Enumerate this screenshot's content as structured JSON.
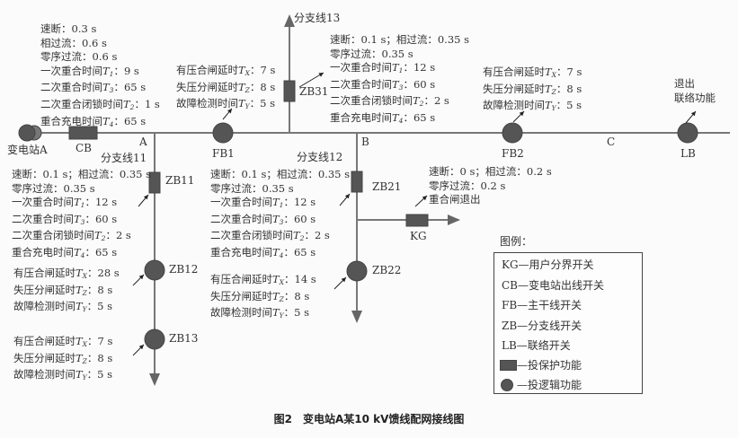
{
  "labels": {
    "station": "变电站A",
    "cb": "CB",
    "a": "A",
    "b": "B",
    "c": "C",
    "fb1": "FB1",
    "fb2": "FB2",
    "lb": "LB",
    "zb11": "ZB11",
    "zb12": "ZB12",
    "zb13": "ZB13",
    "zb21": "ZB21",
    "zb22": "ZB22",
    "zb31": "ZB31",
    "kg": "KG",
    "branch11": "分支线11",
    "branch12": "分支线12",
    "branch13": "分支线13"
  },
  "blocks": {
    "cb": [
      {
        "text": "速断：0.3 s"
      },
      {
        "text": "相过流：0.6 s"
      },
      {
        "text": "零序过流：0.6 s"
      },
      {
        "pre": "一次重合时间",
        "sub": "1",
        "post": "：9 s"
      },
      {
        "pre": "二次重合时间",
        "sub": "3",
        "post": "：65 s"
      },
      {
        "pre": "二次重合闭锁时间",
        "sub": "2",
        "post": "：1 s"
      },
      {
        "pre": "重合充电时间",
        "sub": "4",
        "post": "：65 s"
      }
    ],
    "fb1": [
      {
        "pre": "有压合闸延时",
        "sub": "X",
        "post": "：7 s"
      },
      {
        "pre": "失压分闸延时",
        "sub": "Z",
        "post": "：8 s"
      },
      {
        "pre": "故障检测时间",
        "sub": "Y",
        "post": "：5 s"
      }
    ],
    "zb31": [
      {
        "text": "速断：0.1 s；相过流：0.35 s"
      },
      {
        "text": "零序过流：0.35 s"
      },
      {
        "pre": "一次重合时间",
        "sub": "1",
        "post": "：12 s"
      },
      {
        "pre": "二次重合时间",
        "sub": "3",
        "post": "：60 s"
      },
      {
        "pre": "二次重合闭锁时间",
        "sub": "2",
        "post": "：2 s"
      },
      {
        "pre": "重合充电时间",
        "sub": "4",
        "post": "：65 s"
      }
    ],
    "fb2": [
      {
        "pre": "有压合闸延时",
        "sub": "X",
        "post": "：7 s"
      },
      {
        "pre": "失压分闸延时",
        "sub": "Z",
        "post": "：8 s"
      },
      {
        "pre": "故障检测时间",
        "sub": "Y",
        "post": "：5 s"
      }
    ],
    "lb": [
      {
        "text": "退出"
      },
      {
        "text": "联络功能"
      }
    ],
    "zb11": [
      {
        "text": "速断：0.1 s；相过流：0.35 s"
      },
      {
        "text": "零序过流：0.35 s"
      },
      {
        "pre": "一次重合时间",
        "sub": "1",
        "post": "：12 s"
      },
      {
        "pre": "二次重合时间",
        "sub": "3",
        "post": "：60 s"
      },
      {
        "pre": "二次重合闭锁时间",
        "sub": "2",
        "post": "：2 s"
      },
      {
        "pre": "重合充电时间",
        "sub": "4",
        "post": "：65 s"
      }
    ],
    "zb21": [
      {
        "text": "速断：0.1 s；相过流：0.35 s"
      },
      {
        "text": "零序过流：0.35 s"
      },
      {
        "pre": "一次重合时间",
        "sub": "1",
        "post": "：12 s"
      },
      {
        "pre": "二次重合时间",
        "sub": "3",
        "post": "：60 s"
      },
      {
        "pre": "二次重合闭锁时间",
        "sub": "2",
        "post": "：2 s"
      },
      {
        "pre": "重合充电时间",
        "sub": "4",
        "post": "：65 s"
      }
    ],
    "zb12": [
      {
        "pre": "有压合闸延时",
        "sub": "X",
        "post": "：28 s"
      },
      {
        "pre": "失压分闸延时",
        "sub": "Z",
        "post": "：8 s"
      },
      {
        "pre": "故障检测时间",
        "sub": "Y",
        "post": "：5 s"
      }
    ],
    "zb22": [
      {
        "pre": "有压合闸延时",
        "sub": "X",
        "post": "：14 s"
      },
      {
        "pre": "失压分闸延时",
        "sub": "Z",
        "post": "：8 s"
      },
      {
        "pre": "故障检测时间",
        "sub": "Y",
        "post": "：5 s"
      }
    ],
    "zb13": [
      {
        "pre": "有压合闸延时",
        "sub": "X",
        "post": "：7 s"
      },
      {
        "pre": "失压分闸延时",
        "sub": "Z",
        "post": "：8 s"
      },
      {
        "pre": "故障检测时间",
        "sub": "Y",
        "post": "：5 s"
      }
    ],
    "kg": [
      {
        "text": "速断：0 s；相过流：0.2 s"
      },
      {
        "text": "零序过流：0.2 s"
      },
      {
        "text": "重合闸退出"
      }
    ]
  },
  "legend": {
    "title": "图例：",
    "items": [
      "KG—用户分界开关",
      "CB—变电站出线开关",
      "FB—主干线开关",
      "ZB—分支线开关",
      "LB—联络开关",
      "—投保护功能",
      "—投逻辑功能"
    ]
  },
  "caption": "图2　变电站A某10 kV馈线配网接线图",
  "colors": {
    "line": "#777777",
    "switch": "#555555"
  }
}
